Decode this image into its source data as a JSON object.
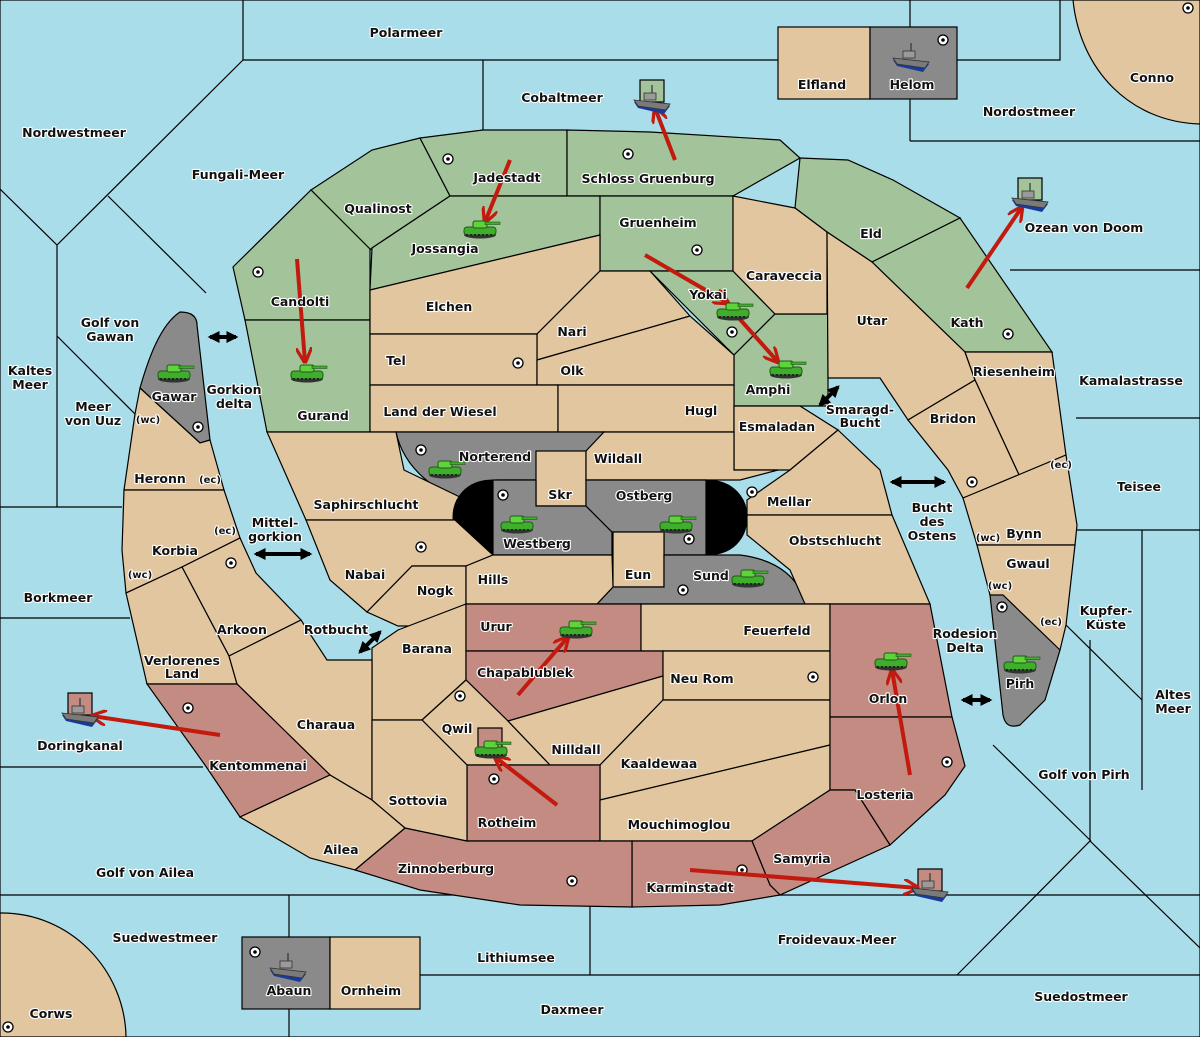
{
  "map": {
    "colors": {
      "sea": "#a9dde9",
      "neutral": "#e1c69f",
      "green_power": "#a3c49a",
      "red_power": "#c38b82",
      "grey_power": "#8a8a8a",
      "order_arrow": "#c21a0e"
    },
    "seas": [
      "Polarmeer",
      "Nordwestmeer",
      "Fungali-Meer",
      "Cobaltmeer",
      "Nordostmeer",
      "Ozean von Doom",
      "Golf von Gawan",
      "Kaltes Meer",
      "Meer von Uuz",
      "Gorkion delta",
      "Mittel-gorkion",
      "Rotbucht",
      "Smaragd-Bucht",
      "Bucht des Ostens",
      "Kamalastrasse",
      "Teisee",
      "Kupfer-Küste",
      "Altes Meer",
      "Rodesion Delta",
      "Golf von Pirh",
      "Borkmeer",
      "Doringkanal",
      "Golf von Ailea",
      "Suedwestmeer",
      "Lithiumsee",
      "Daxmeer",
      "Froidevaux-Meer",
      "Suedostmeer"
    ],
    "labels": {
      "polarmeer": "Polarmeer",
      "nordwestmeer": "Nordwestmeer",
      "fungali": "Fungali-Meer",
      "cobaltmeer": "Cobaltmeer",
      "nordostmeer": "Nordostmeer",
      "ozean": "Ozean von Doom",
      "golfgawan1": "Golf von",
      "golfgawan2": "Gawan",
      "kaltes1": "Kaltes",
      "kaltes2": "Meer",
      "uuz1": "Meer",
      "uuz2": "von Uuz",
      "gorkion1": "Gorkion",
      "gorkion2": "delta",
      "mittel1": "Mittel-",
      "mittel2": "gorkion",
      "rotbucht": "Rotbucht",
      "smaragd1": "Smaragd-",
      "smaragd2": "Bucht",
      "bucht1": "Bucht",
      "bucht2": "des",
      "bucht3": "Ostens",
      "kamala": "Kamalastrasse",
      "teisee": "Teisee",
      "kupfer1": "Kupfer-",
      "kupfer2": "Küste",
      "altes1": "Altes",
      "altes2": "Meer",
      "rodesion1": "Rodesion",
      "rodesion2": "Delta",
      "golfpirh": "Golf von Pirh",
      "borkmeer": "Borkmeer",
      "doringkanal": "Doringkanal",
      "golfailea": "Golf von Ailea",
      "suedwestmeer": "Suedwestmeer",
      "lithiumsee": "Lithiumsee",
      "daxmeer": "Daxmeer",
      "froidevaux": "Froidevaux-Meer",
      "suedostmeer": "Suedostmeer",
      "elfland": "Elfland",
      "helom": "Helom",
      "conno": "Conno",
      "corws": "Corws",
      "abaun": "Abaun",
      "ornheim": "Ornheim",
      "qualinost": "Qualinost",
      "jadestadt": "Jadestadt",
      "schloss": "Schloss Gruenburg",
      "jossangia": "Jossangia",
      "gruenheim": "Gruenheim",
      "eld": "Eld",
      "kath": "Kath",
      "candolti": "Candolti",
      "gurand": "Gurand",
      "yokai": "Yokai",
      "amphi": "Amphi",
      "caraveccia": "Caraveccia",
      "utar": "Utar",
      "riesenheim": "Riesenheim",
      "bridon": "Bridon",
      "elchen": "Elchen",
      "nari": "Nari",
      "tel": "Tel",
      "olk": "Olk",
      "wiesel": "Land der Wiesel",
      "hugl": "Hugl",
      "esmaladan": "Esmaladan",
      "norterend": "Norterend",
      "skr": "Skr",
      "wildall": "Wildall",
      "ostberg": "Ostberg",
      "westberg": "Westberg",
      "eun": "Eun",
      "sund": "Sund",
      "mellar": "Mellar",
      "obstschlucht": "Obstschlucht",
      "gawar": "Gawar",
      "heronn": "Heronn",
      "korbia": "Korbia",
      "arkoon": "Arkoon",
      "verlorenes1": "Verlorenes",
      "verlorenes2": "Land",
      "kentommenai": "Kentommenai",
      "charaua": "Charaua",
      "ailea": "Ailea",
      "saphir": "Saphirschlucht",
      "nabai": "Nabai",
      "nogk": "Nogk",
      "hills": "Hills",
      "barana": "Barana",
      "urur": "Urur",
      "feuerfeld": "Feuerfeld",
      "chapa": "Chapablublek",
      "neurom": "Neu Rom",
      "qwil": "Qwil",
      "nilldall": "Nilldall",
      "kaaldewaa": "Kaaldewaa",
      "sottovia": "Sottovia",
      "rotheim": "Rotheim",
      "mouchi": "Mouchimoglou",
      "zinnoberburg": "Zinnoberburg",
      "karminstadt": "Karminstadt",
      "samyria": "Samyria",
      "orlon": "Orlon",
      "losteria": "Losteria",
      "pirh": "Pirh",
      "bynn": "Bynn",
      "gwaul": "Gwaul",
      "wc": "(wc)",
      "ec": "(ec)"
    },
    "units": [
      {
        "type": "army",
        "power": "green",
        "location": "Jossangia"
      },
      {
        "type": "army",
        "power": "green",
        "location": "Gurand"
      },
      {
        "type": "army",
        "power": "green",
        "location": "Gawar"
      },
      {
        "type": "army",
        "power": "green",
        "location": "Yokai"
      },
      {
        "type": "army",
        "power": "green",
        "location": "Amphi"
      },
      {
        "type": "army",
        "power": "grey",
        "location": "Norterend"
      },
      {
        "type": "army",
        "power": "grey",
        "location": "Westberg"
      },
      {
        "type": "army",
        "power": "grey",
        "location": "Ostberg"
      },
      {
        "type": "army",
        "power": "grey",
        "location": "Sund"
      },
      {
        "type": "army",
        "power": "grey",
        "location": "Pirh"
      },
      {
        "type": "army",
        "power": "red",
        "location": "Urur"
      },
      {
        "type": "army",
        "power": "red",
        "location": "Orlon"
      },
      {
        "type": "army",
        "power": "red",
        "location": "Qwil"
      },
      {
        "type": "fleet",
        "power": "green",
        "location": "Cobaltmeer"
      },
      {
        "type": "fleet",
        "power": "green",
        "location": "Ozean von Doom"
      },
      {
        "type": "fleet",
        "power": "grey",
        "location": "Helom"
      },
      {
        "type": "fleet",
        "power": "grey",
        "location": "Abaun"
      },
      {
        "type": "fleet",
        "power": "red",
        "location": "Doringkanal"
      },
      {
        "type": "fleet",
        "power": "red",
        "location": "Froidevaux-Meer"
      }
    ],
    "orders": [
      {
        "from": "Schloss Gruenburg",
        "to": "Cobaltmeer",
        "kind": "build/move"
      },
      {
        "from": "Jadestadt",
        "to": "Jossangia"
      },
      {
        "from": "Candolti",
        "to": "Gurand"
      },
      {
        "from": "Gruenheim",
        "to": "Yokai"
      },
      {
        "from": "Yokai",
        "to": "Amphi"
      },
      {
        "from": "Kath",
        "to": "Ozean von Doom"
      },
      {
        "from": "Chapablublek",
        "to": "Urur"
      },
      {
        "from": "Rotheim",
        "to": "Qwil"
      },
      {
        "from": "Losteria",
        "to": "Orlon"
      },
      {
        "from": "Kentommenai",
        "to": "Doringkanal"
      },
      {
        "from": "Karminstadt",
        "to": "Froidevaux-Meer"
      }
    ]
  }
}
